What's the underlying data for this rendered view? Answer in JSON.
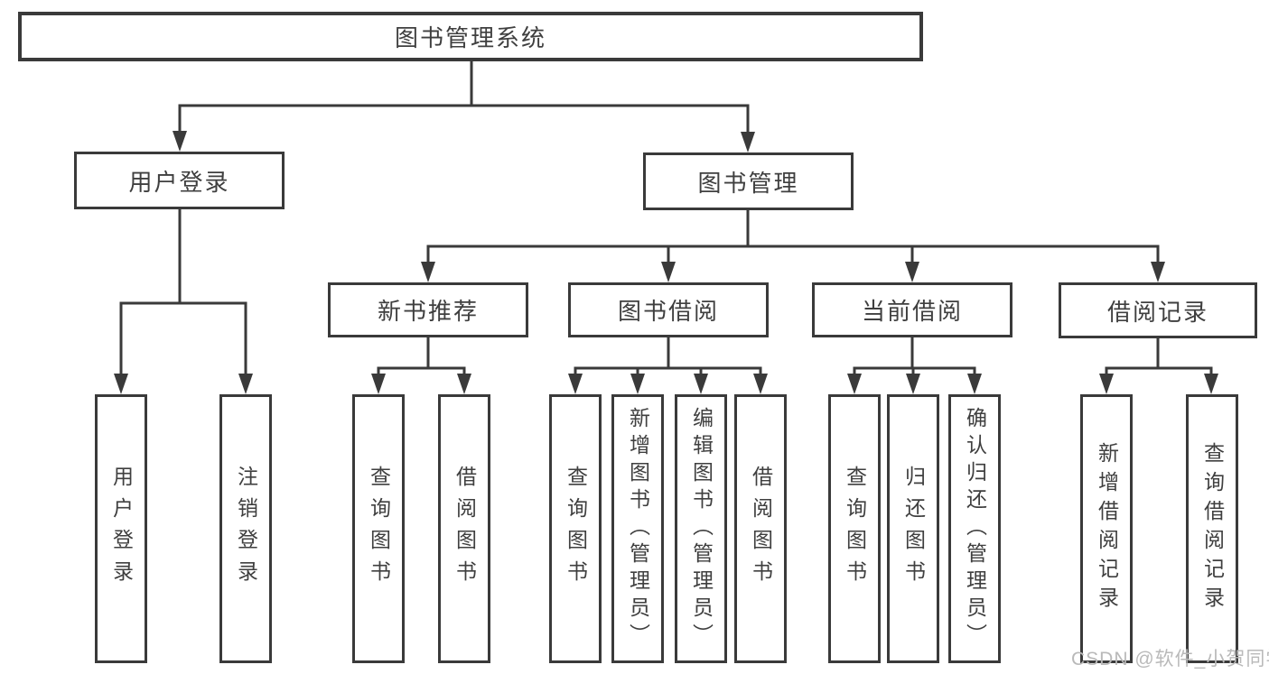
{
  "diagram_title": "图书管理系统",
  "nodes": {
    "root": {
      "label": "图书管理系统"
    },
    "user_login": {
      "label": "用户登录"
    },
    "book_mgmt": {
      "label": "图书管理"
    },
    "new_book_rec": {
      "label": "新书推荐"
    },
    "book_borrow": {
      "label": "图书借阅"
    },
    "current_borrow": {
      "label": "当前借阅"
    },
    "borrow_record": {
      "label": "借阅记录"
    },
    "leaf_user_login": {
      "label": "用户登录"
    },
    "leaf_logout": {
      "label": "注销登录"
    },
    "leaf_query_book_rec": {
      "label": "查询图书"
    },
    "leaf_borrow_book_rec": {
      "label": "借阅图书"
    },
    "leaf_query_book_borrow": {
      "label": "查询图书"
    },
    "leaf_add_book": {
      "label": "新增图书（管理员）"
    },
    "leaf_edit_book": {
      "label": "编辑图书（管理员）"
    },
    "leaf_borrow_book": {
      "label": "借阅图书"
    },
    "leaf_query_book_current": {
      "label": "查询图书"
    },
    "leaf_return_book": {
      "label": "归还图书"
    },
    "leaf_confirm_return": {
      "label": "确认归还（管理员）"
    },
    "leaf_add_borrow_record": {
      "label": "新增借阅记录"
    },
    "leaf_query_borrow_record": {
      "label": "查询借阅记录"
    }
  },
  "watermark": {
    "text": "CSDN @软件_小贺同学"
  },
  "colors": {
    "line": "#3a3a3a",
    "text": "#3f3f3f",
    "box_background": "#ffffff",
    "watermark": "#b9b9b9",
    "page_background": "#ffffff"
  }
}
